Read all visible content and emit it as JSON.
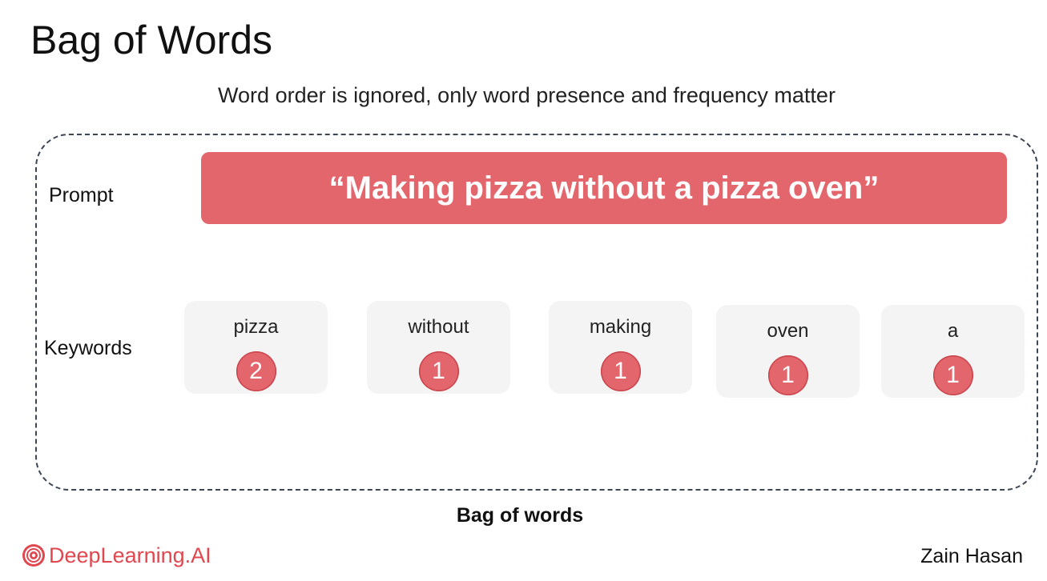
{
  "slide": {
    "title": "Bag of Words",
    "subtitle": "Word order is ignored, only word presence and frequency matter",
    "caption": "Bag of words"
  },
  "diagram": {
    "prompt_label": "Prompt",
    "prompt_text": "“Making pizza without a pizza oven”",
    "keywords_label": "Keywords",
    "keywords": [
      {
        "word": "pizza",
        "count": "2"
      },
      {
        "word": "without",
        "count": "1"
      },
      {
        "word": "making",
        "count": "1"
      },
      {
        "word": "oven",
        "count": "1"
      },
      {
        "word": "a",
        "count": "1"
      }
    ]
  },
  "footer": {
    "logo_text": "DeepLearning.AI",
    "logo_icon": "deeplearning-ai-logo-icon",
    "author": "Zain Hasan"
  },
  "colors": {
    "accent": "#e4666d",
    "logo": "#e0474f",
    "card_bg": "#f4f4f4",
    "frame_border": "#3d4654"
  }
}
